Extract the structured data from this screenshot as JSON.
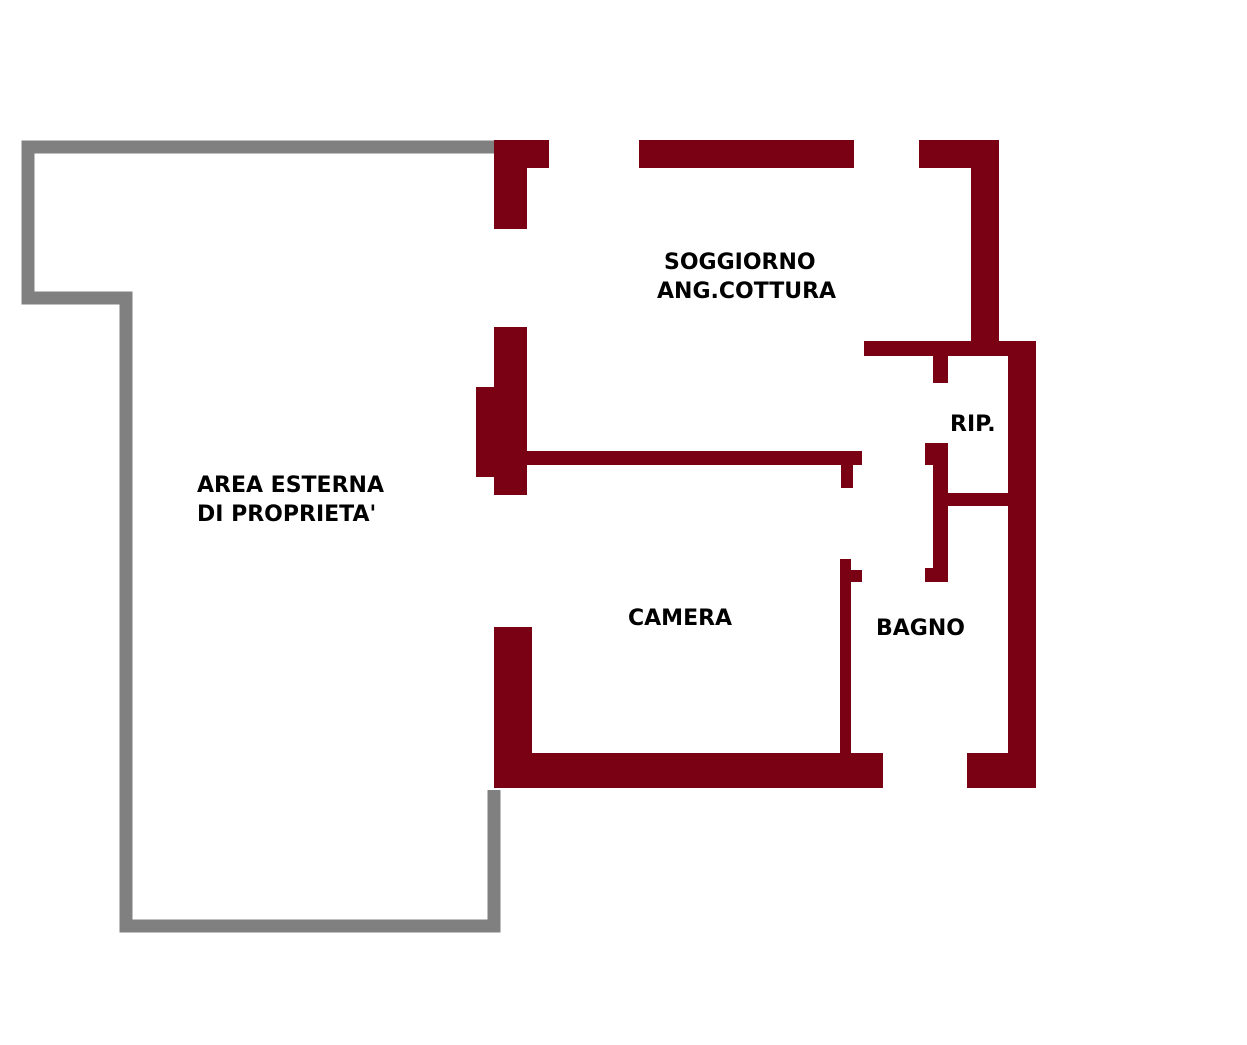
{
  "colors": {
    "background": "#ffffff",
    "wall": "#7a0014",
    "outdoor_boundary": "#808080",
    "label_text": "#000000"
  },
  "rooms": {
    "outdoor_area": {
      "line1": "AREA ESTERNA",
      "line2": "DI PROPRIETA'"
    },
    "living_room": {
      "line1": "SOGGIORNO",
      "line2": "ANG.COTTURA"
    },
    "storage": {
      "label": "RIP."
    },
    "bedroom": {
      "label": "CAMERA"
    },
    "bathroom": {
      "label": "BAGNO"
    }
  }
}
